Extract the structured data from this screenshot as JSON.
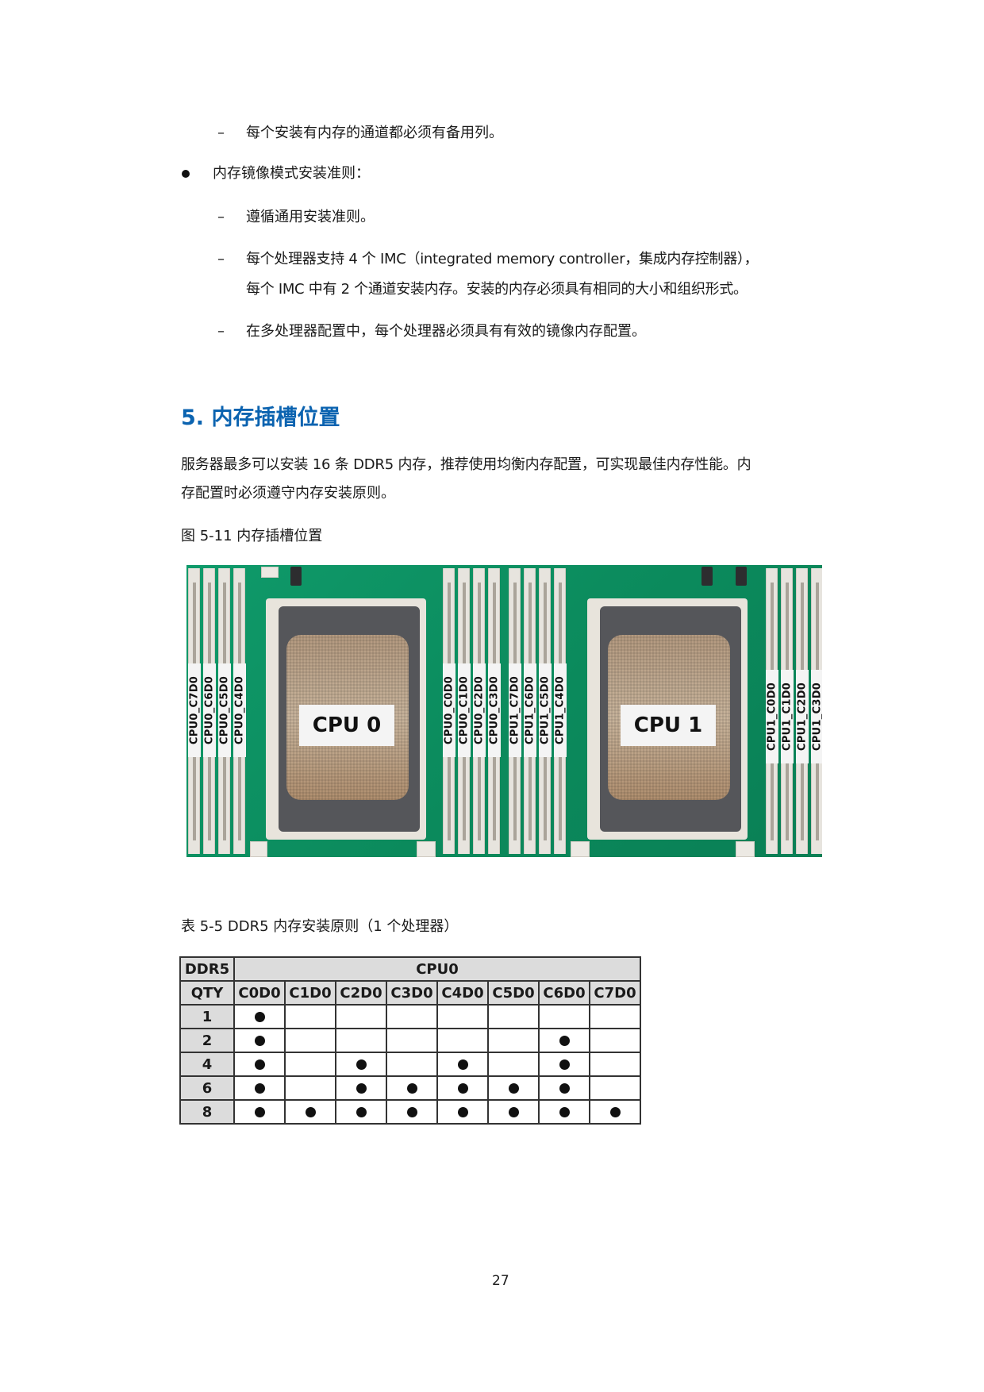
{
  "content": {
    "items": [
      {
        "type": "dash",
        "text": "每个安装有内存的通道都必须有备用列。"
      },
      {
        "type": "bullet",
        "text": "内存镜像模式安装准则："
      },
      {
        "type": "dash",
        "text": "遵循通用安装准则。"
      },
      {
        "type": "dash",
        "text": "每个处理器支持 4 个 IMC（integrated memory controller，集成内存控制器），"
      },
      {
        "type": "continuation",
        "text": "每个 IMC 中有 2 个通道安装内存。安装的内存必须具有相同的大小和组织形式。"
      },
      {
        "type": "dash",
        "text": "在多处理器配置中，每个处理器必须具有有效的镜像内存配置。"
      }
    ],
    "dash_symbol": "–"
  },
  "section": {
    "heading": "5. 内存插槽位置",
    "paragraph_line1": "服务器最多可以安装 16 条 DDR5 内存，推荐使用均衡内存配置，可实现最佳内存性能。内",
    "paragraph_line2": "存配置时必须遵守内存安装原则。",
    "figure_caption": "图 5-11  内存插槽位置",
    "heading_color": "#0b63b0"
  },
  "figure": {
    "cpu_labels": [
      "CPU 0",
      "CPU 1"
    ],
    "left_dimms": [
      "CPU0_C7D0",
      "CPU0_C6D0",
      "CPU0_C5D0",
      "CPU0_C4D0"
    ],
    "middle_cpu0_dimms": [
      "CPU0_C0D0",
      "CPU0_C1D0",
      "CPU0_C2D0",
      "CPU0_C3D0"
    ],
    "middle_cpu1_dimms": [
      "CPU1_C7D0",
      "CPU1_C6D0",
      "CPU1_C5D0",
      "CPU1_C4D0"
    ],
    "right_dimms": [
      "CPU1_C0D0",
      "CPU1_C1D0",
      "CPU1_C2D0",
      "CPU1_C3D0"
    ],
    "board_color": "#0b8a5c"
  },
  "table": {
    "caption": "表 5-5 DDR5 内存安装原则（1 个处理器）",
    "header_qty_line1": "DDR5",
    "header_qty_line2": "QTY",
    "header_group": "CPU0",
    "columns": [
      "C0D0",
      "C1D0",
      "C2D0",
      "C3D0",
      "C4D0",
      "C5D0",
      "C6D0",
      "C7D0"
    ],
    "rows": [
      {
        "qty": "1",
        "slots": [
          1,
          0,
          0,
          0,
          0,
          0,
          0,
          0
        ]
      },
      {
        "qty": "2",
        "slots": [
          1,
          0,
          0,
          0,
          0,
          0,
          1,
          0
        ]
      },
      {
        "qty": "4",
        "slots": [
          1,
          0,
          1,
          0,
          1,
          0,
          1,
          0
        ]
      },
      {
        "qty": "6",
        "slots": [
          1,
          0,
          1,
          1,
          1,
          1,
          1,
          0
        ]
      },
      {
        "qty": "8",
        "slots": [
          1,
          1,
          1,
          1,
          1,
          1,
          1,
          1
        ]
      }
    ],
    "filled_symbol": "●"
  },
  "footer": {
    "page_number": "27"
  }
}
